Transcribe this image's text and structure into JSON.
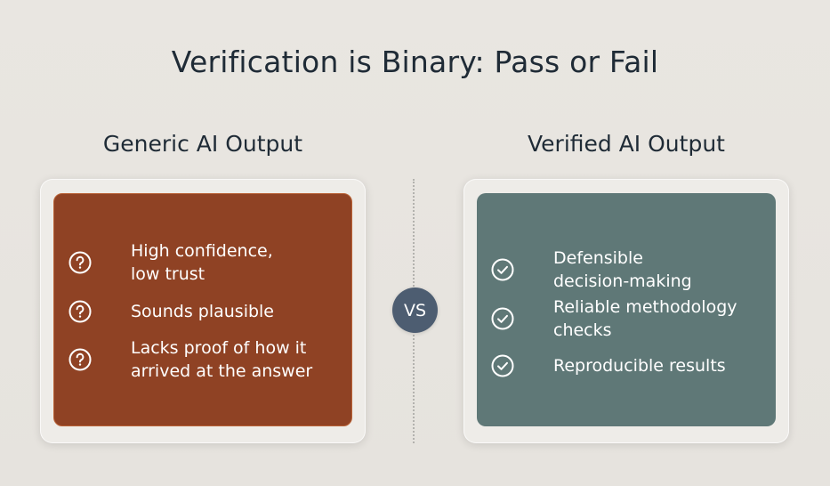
{
  "title": "Verification is Binary: Pass or Fail",
  "vs_label": "VS",
  "left": {
    "heading": "Generic AI Output",
    "color": "#8f4224",
    "items": [
      {
        "icon": "question-circle-icon",
        "text": "High confidence,\nlow trust"
      },
      {
        "icon": "question-circle-icon",
        "text": "Sounds plausible"
      },
      {
        "icon": "question-circle-icon",
        "text": "Lacks proof of how it\narrived at the answer"
      }
    ]
  },
  "right": {
    "heading": "Verified AI Output",
    "color": "#5f7877",
    "items": [
      {
        "icon": "check-circle-icon",
        "text": "Defensible\ndecision-making"
      },
      {
        "icon": "check-circle-icon",
        "text": "Reliable methodology\nchecks"
      },
      {
        "icon": "check-circle-icon",
        "text": "Reproducible results"
      }
    ]
  }
}
